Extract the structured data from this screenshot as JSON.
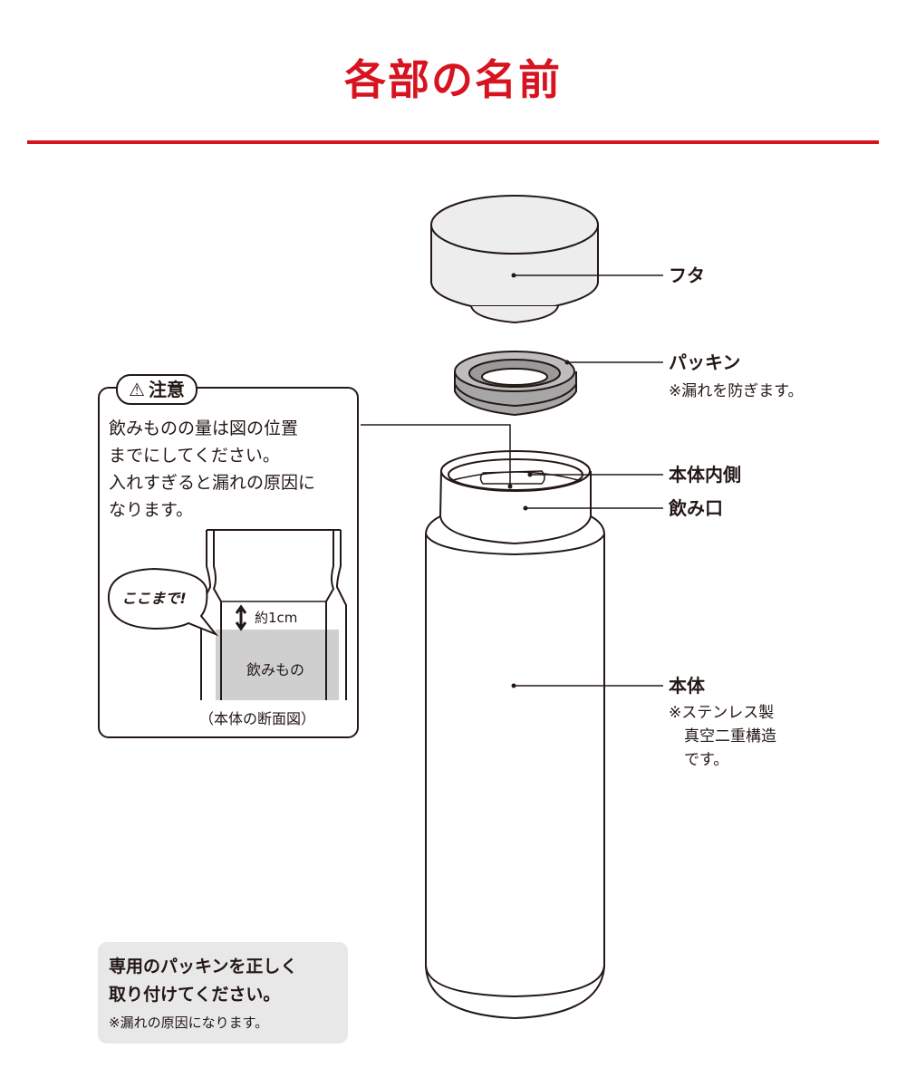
{
  "header": {
    "title": "各部の名前",
    "accent_color": "#d7131f"
  },
  "parts": [
    {
      "id": "lid",
      "label": "フタ",
      "note": ""
    },
    {
      "id": "packing",
      "label": "パッキン",
      "note": "※漏れを防ぎます。"
    },
    {
      "id": "inner",
      "label": "本体内側",
      "note": ""
    },
    {
      "id": "mouth",
      "label": "飲み口",
      "note": ""
    },
    {
      "id": "body",
      "label": "本体",
      "note_lines": [
        "※ステンレス製",
        "　真空二重構造",
        "　です。"
      ]
    }
  ],
  "caution": {
    "icon": "warning-triangle-icon",
    "title": "注意",
    "text": "飲みものの量は図の位置\nまでにしてください。\n入れすぎると漏れの原因に\nなります。",
    "bubble": "ここまで!",
    "gap_label": "約1cm",
    "drink_label": "飲みもの",
    "caption": "（本体の断面図）"
  },
  "footer_note": {
    "main": "専用のパッキンを正しく\n取り付けてください。",
    "sub": "※漏れの原因になります。",
    "background": "#e8e8e8"
  }
}
